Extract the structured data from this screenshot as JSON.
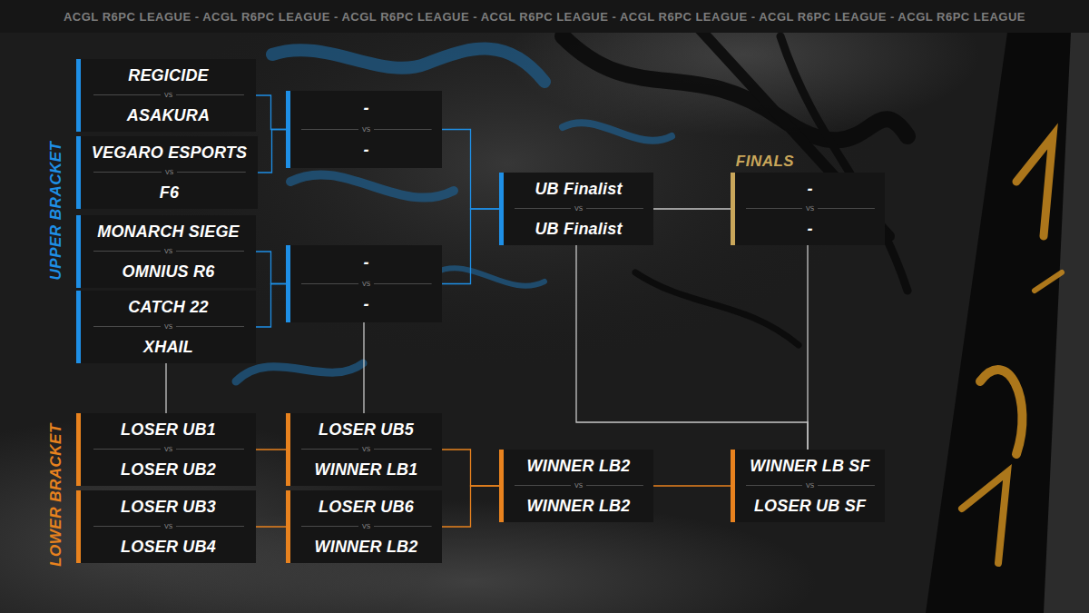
{
  "diagram": {
    "nodes": [
      {
        "text": [
          "REGICIDE",
          "VS",
          "ASAKURA"
        ]
      },
      {
        "text": [
          "VEGARO ESPORTS",
          "VS",
          "F6"
        ]
      },
      {
        "text": [
          "MONARCH SIEGE",
          "VS",
          "OMNIUS R6"
        ]
      },
      {
        "text": [
          "CATCH 22",
          "VS",
          "XHAIL"
        ]
      },
      {
        "text": [
          "-",
          "VS",
          "-"
        ]
      },
      {
        "text": [
          "-",
          "VS",
          "-"
        ]
      },
      {
        "text": [
          "UB Finalist",
          "VS",
          "UB Finalist"
        ]
      },
      {
        "text": [
          "-",
          "VS",
          "-"
        ]
      },
      {
        "text": [
          "LOSER UB1",
          "VS",
          "LOSER UB2"
        ]
      },
      {
        "text": [
          "LOSER UB3",
          "VS",
          "LOSER UB4"
        ]
      },
      {
        "text": [
          "LOSER UB5",
          "VS",
          "WINNER LB1"
        ]
      },
      {
        "text": [
          "LOSER UB6",
          "VS",
          "WINNER LB2"
        ]
      },
      {
        "text": [
          "WINNER LB2",
          "VS",
          "WINNER LB2"
        ]
      },
      {
        "text": [
          "WINNER LB SF",
          "VS",
          "LOSER UB SF"
        ]
      }
    ],
    "edges": [
      {
        "from": 0,
        "to": 4,
        "arrow": "none"
      },
      {
        "from": 1,
        "to": 4,
        "arrow": "none"
      },
      {
        "from": 2,
        "to": 5,
        "arrow": "none"
      },
      {
        "from": 3,
        "to": 5,
        "arrow": "none"
      },
      {
        "from": 4,
        "to": 6,
        "arrow": "none"
      },
      {
        "from": 5,
        "to": 6,
        "arrow": "none"
      },
      {
        "from": 6,
        "to": 7,
        "arrow": "none"
      },
      {
        "from": 3,
        "to": 8,
        "arrow": "none"
      },
      {
        "from": 5,
        "to": 10,
        "arrow": "none"
      },
      {
        "from": 8,
        "to": 10,
        "arrow": "none"
      },
      {
        "from": 9,
        "to": 11,
        "arrow": "none"
      },
      {
        "from": 10,
        "to": 12,
        "arrow": "none"
      },
      {
        "from": 11,
        "to": 12,
        "arrow": "none"
      },
      {
        "from": 12,
        "to": 13,
        "arrow": "none"
      },
      {
        "from": 6,
        "to": 13,
        "arrow": "none"
      },
      {
        "from": 13,
        "to": 7,
        "arrow": "none"
      }
    ],
    "labels": [
      "ACGL R6PC LEAGUE - ACGL R6PC LEAGUE - ACGL R6PC LEAGUE - ACGL R6PC LEAGUE - ACGL R6PC LEAGUE - ACGL R6PC LEAGUE - ACGL R6PC LEAGUE",
      "UPPER BRACKET",
      "LOWER BRACKET",
      "FINALS"
    ]
  }
}
